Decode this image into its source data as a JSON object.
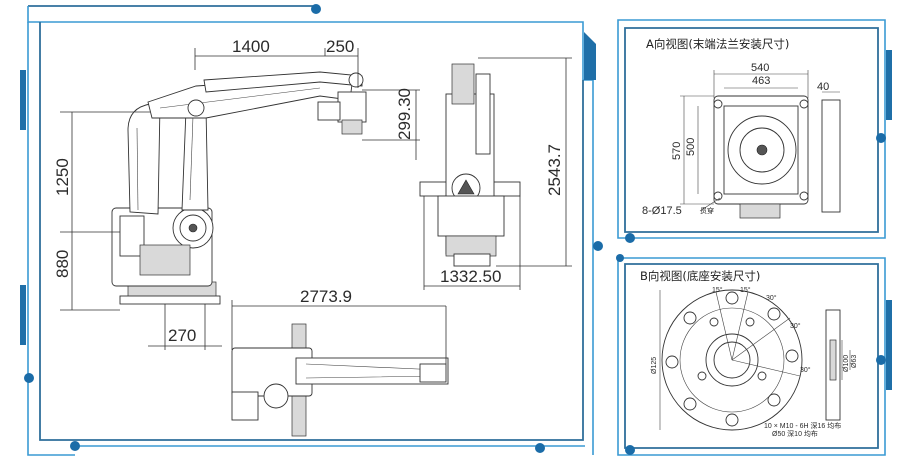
{
  "colors": {
    "frame": "#3a9ad4",
    "accent": "#1f6fa8",
    "dot": "#1b6ca8"
  },
  "main": {
    "dims": {
      "arm_reach": "1400",
      "wrist_offset": "250",
      "flange_drop": "299.30",
      "upper_height": "1250",
      "base_height": "880",
      "base_offset": "270",
      "total_height": "2543.7",
      "side_depth": "1332.50",
      "top_length": "2773.9"
    }
  },
  "view_a": {
    "title": "A向视图(末端法兰安装尺寸)",
    "dims": {
      "w1": "540",
      "w2": "463",
      "d1": "40",
      "h1": "570",
      "h2": "500"
    },
    "hole_note": "8-Ø17.5",
    "through_note": "贯穿"
  },
  "view_b": {
    "title": "B向视图(底座安装尺寸)",
    "angle1": "15°",
    "angle2": "15°",
    "angle3": "30°",
    "angle4": "30°",
    "angle5": "30°",
    "dia_left": "Ø125",
    "dia_right1": "Ø100",
    "dia_right2": "Ø63",
    "note1": "10 × M10 - 6H 深16 均布",
    "note2": "Ø50 深10 均布"
  }
}
